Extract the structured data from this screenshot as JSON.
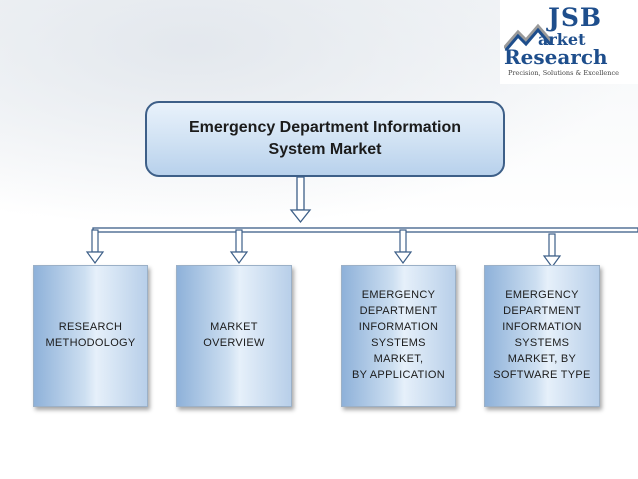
{
  "logo": {
    "jsb": "JSB",
    "market": "arket",
    "research": "Research",
    "tagline": "Precision, Solutions & Excellence"
  },
  "diagram": {
    "title_line1": "Emergency Department Information",
    "title_line2": "System Market",
    "children": [
      {
        "label": "RESEARCH\nMETHODOLOGY"
      },
      {
        "label": "MARKET\nOVERVIEW"
      },
      {
        "label": "EMERGENCY\nDEPARTMENT\nINFORMATION\nSYSTEMS\nMARKET,\nBY APPLICATION"
      },
      {
        "label": "EMERGENCY\nDEPARTMENT\nINFORMATION\nSYSTEMS\nMARKET, BY\nSOFTWARE TYPE"
      }
    ]
  },
  "colors": {
    "box_border": "#3d5f88",
    "connector": "#3d5f88",
    "logo_blue": "#1e4e8c"
  }
}
